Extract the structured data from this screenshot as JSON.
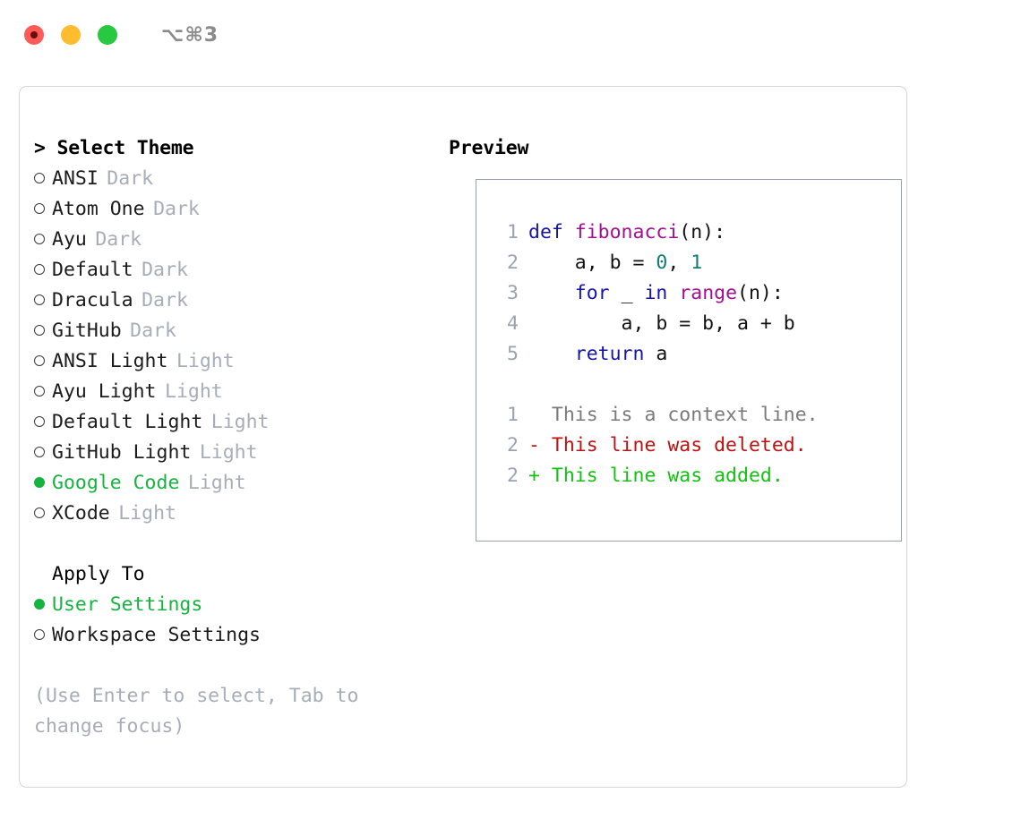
{
  "window": {
    "shortcut_label": "⌥⌘3",
    "traffic_lights": [
      {
        "name": "close-button",
        "color": "#fc5b57"
      },
      {
        "name": "minimize-button",
        "color": "#febc2e"
      },
      {
        "name": "maximize-button",
        "color": "#28c840"
      }
    ]
  },
  "theme_panel": {
    "title": "> Select Theme",
    "items": [
      {
        "name": "ANSI",
        "kind": "Dark",
        "selected": false
      },
      {
        "name": "Atom One",
        "kind": "Dark",
        "selected": false
      },
      {
        "name": "Ayu",
        "kind": "Dark",
        "selected": false
      },
      {
        "name": "Default",
        "kind": "Dark",
        "selected": false
      },
      {
        "name": "Dracula",
        "kind": "Dark",
        "selected": false
      },
      {
        "name": "GitHub",
        "kind": "Dark",
        "selected": false
      },
      {
        "name": "ANSI Light",
        "kind": "Light",
        "selected": false
      },
      {
        "name": "Ayu Light",
        "kind": "Light",
        "selected": false
      },
      {
        "name": "Default Light",
        "kind": "Light",
        "selected": false
      },
      {
        "name": "GitHub Light",
        "kind": "Light",
        "selected": false
      },
      {
        "name": "Google Code",
        "kind": "Light",
        "selected": true
      },
      {
        "name": "XCode",
        "kind": "Light",
        "selected": false
      }
    ]
  },
  "apply_to": {
    "title": "Apply To",
    "options": [
      {
        "name": "User Settings",
        "selected": true
      },
      {
        "name": "Workspace Settings",
        "selected": false
      }
    ]
  },
  "hint": "(Use Enter to select, Tab to change focus)",
  "preview": {
    "title": "Preview",
    "code_lines": [
      {
        "number": "1",
        "tokens": [
          {
            "text": "def ",
            "style": "kw"
          },
          {
            "text": "fibonacci",
            "style": "fn"
          },
          {
            "text": "(n):",
            "style": "pln"
          }
        ]
      },
      {
        "number": "2",
        "tokens": [
          {
            "text": "    a, b = ",
            "style": "pln"
          },
          {
            "text": "0",
            "style": "num"
          },
          {
            "text": ", ",
            "style": "pln"
          },
          {
            "text": "1",
            "style": "num"
          }
        ]
      },
      {
        "number": "3",
        "tokens": [
          {
            "text": "    ",
            "style": "pln"
          },
          {
            "text": "for",
            "style": "kw"
          },
          {
            "text": " _ ",
            "style": "pln"
          },
          {
            "text": "in",
            "style": "kw"
          },
          {
            "text": " ",
            "style": "pln"
          },
          {
            "text": "range",
            "style": "fn"
          },
          {
            "text": "(n):",
            "style": "pln"
          }
        ]
      },
      {
        "number": "4",
        "tokens": [
          {
            "text": "        a, b = b, a + b",
            "style": "pln"
          }
        ]
      },
      {
        "number": "5",
        "tokens": [
          {
            "text": "    ",
            "style": "pln"
          },
          {
            "text": "return",
            "style": "kw"
          },
          {
            "text": " a",
            "style": "pln"
          }
        ]
      }
    ],
    "diff_lines": [
      {
        "number": "1",
        "marker": "  ",
        "text": "This is a context line.",
        "style": "ctx"
      },
      {
        "number": "2",
        "marker": "- ",
        "text": "This line was deleted.",
        "style": "del"
      },
      {
        "number": "2",
        "marker": "+ ",
        "text": "This line was added.",
        "style": "add"
      }
    ]
  },
  "colors": {
    "accent_green": "#16b33f",
    "muted": "#a7adb8",
    "keyword": "#1515a8",
    "function": "#a01090",
    "number": "#0e7c73",
    "diff_delete": "#c01111",
    "diff_add": "#12c112",
    "panel_border": "#d3d5da",
    "preview_border": "#98a2b3"
  }
}
